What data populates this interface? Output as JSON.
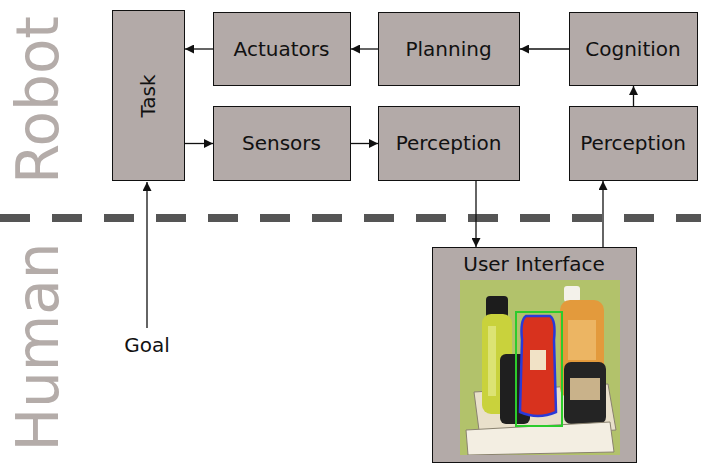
{
  "diagram": {
    "nodes": [
      {
        "text": [
          "Task"
        ]
      },
      {
        "text": [
          "Actuators"
        ]
      },
      {
        "text": [
          "Planning"
        ]
      },
      {
        "text": [
          "Cognition"
        ]
      },
      {
        "text": [
          "Sensors"
        ]
      },
      {
        "text": [
          "Perception"
        ]
      },
      {
        "text": [
          "Perception"
        ]
      },
      {
        "text": [
          "User Interface"
        ]
      }
    ],
    "edges": [
      {
        "from": 1,
        "to": 0,
        "arrow": "to"
      },
      {
        "from": 2,
        "to": 1,
        "arrow": "to"
      },
      {
        "from": 3,
        "to": 2,
        "arrow": "to"
      },
      {
        "from": 0,
        "to": 4,
        "arrow": "to"
      },
      {
        "from": 4,
        "to": 5,
        "arrow": "to"
      },
      {
        "from": 5,
        "to": 7,
        "arrow": "to"
      },
      {
        "from": 7,
        "to": 6,
        "arrow": "to"
      },
      {
        "from": 6,
        "to": 3,
        "arrow": "to"
      }
    ],
    "labels": [
      "Robot",
      "Human",
      "Goal"
    ]
  }
}
